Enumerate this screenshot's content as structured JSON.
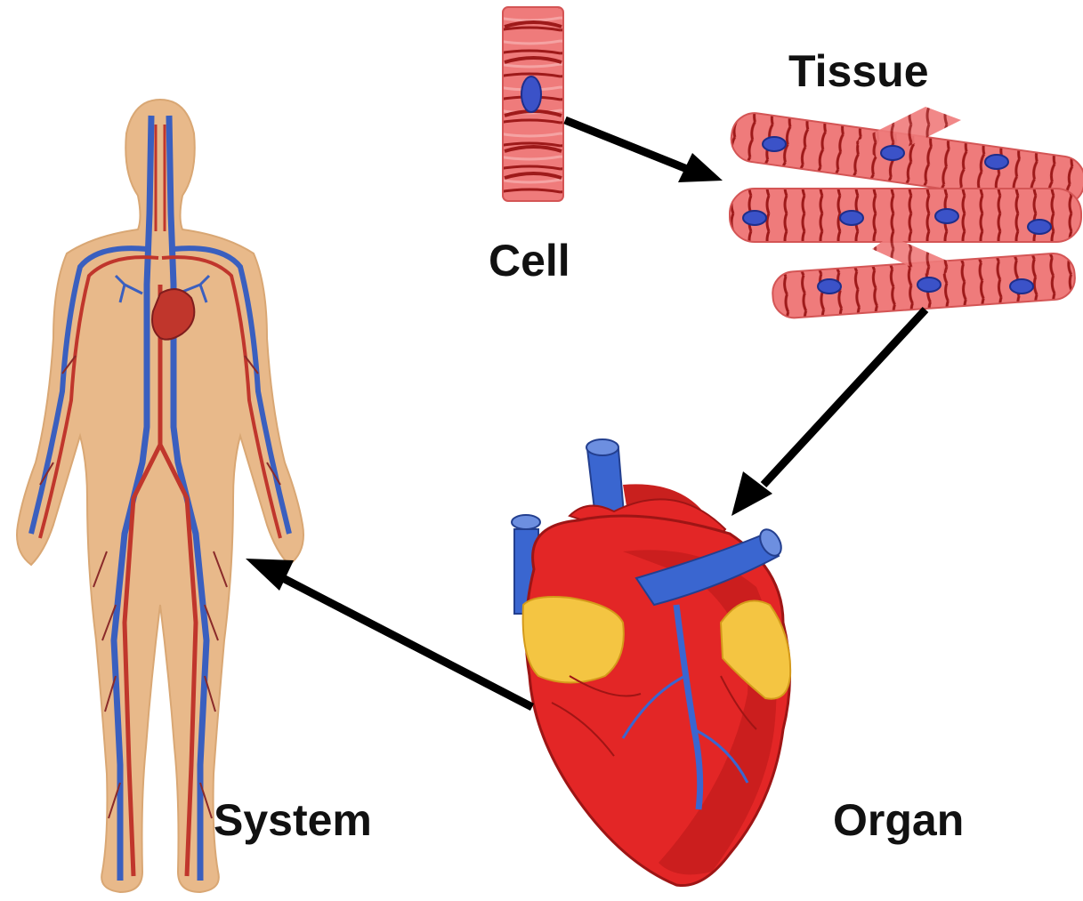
{
  "labels": {
    "cell": "Cell",
    "tissue": "Tissue",
    "organ": "Organ",
    "system": "System"
  },
  "flow": [
    "Cell",
    "Tissue",
    "Organ",
    "System"
  ],
  "colors": {
    "skin": "#e8b98a",
    "artery": "#c0362c",
    "vein": "#3a5fbf",
    "muscle": "#ef7b7b",
    "muscle_stripe": "#9e1a1a",
    "nucleus": "#3b52c8",
    "heart_red": "#e32626",
    "heart_fat": "#f4c542",
    "arrow": "#000000"
  },
  "icons": {
    "cell": "cardiac-muscle-cell-icon",
    "tissue": "cardiac-muscle-tissue-icon",
    "organ": "heart-organ-icon",
    "system": "circulatory-system-body-icon"
  }
}
